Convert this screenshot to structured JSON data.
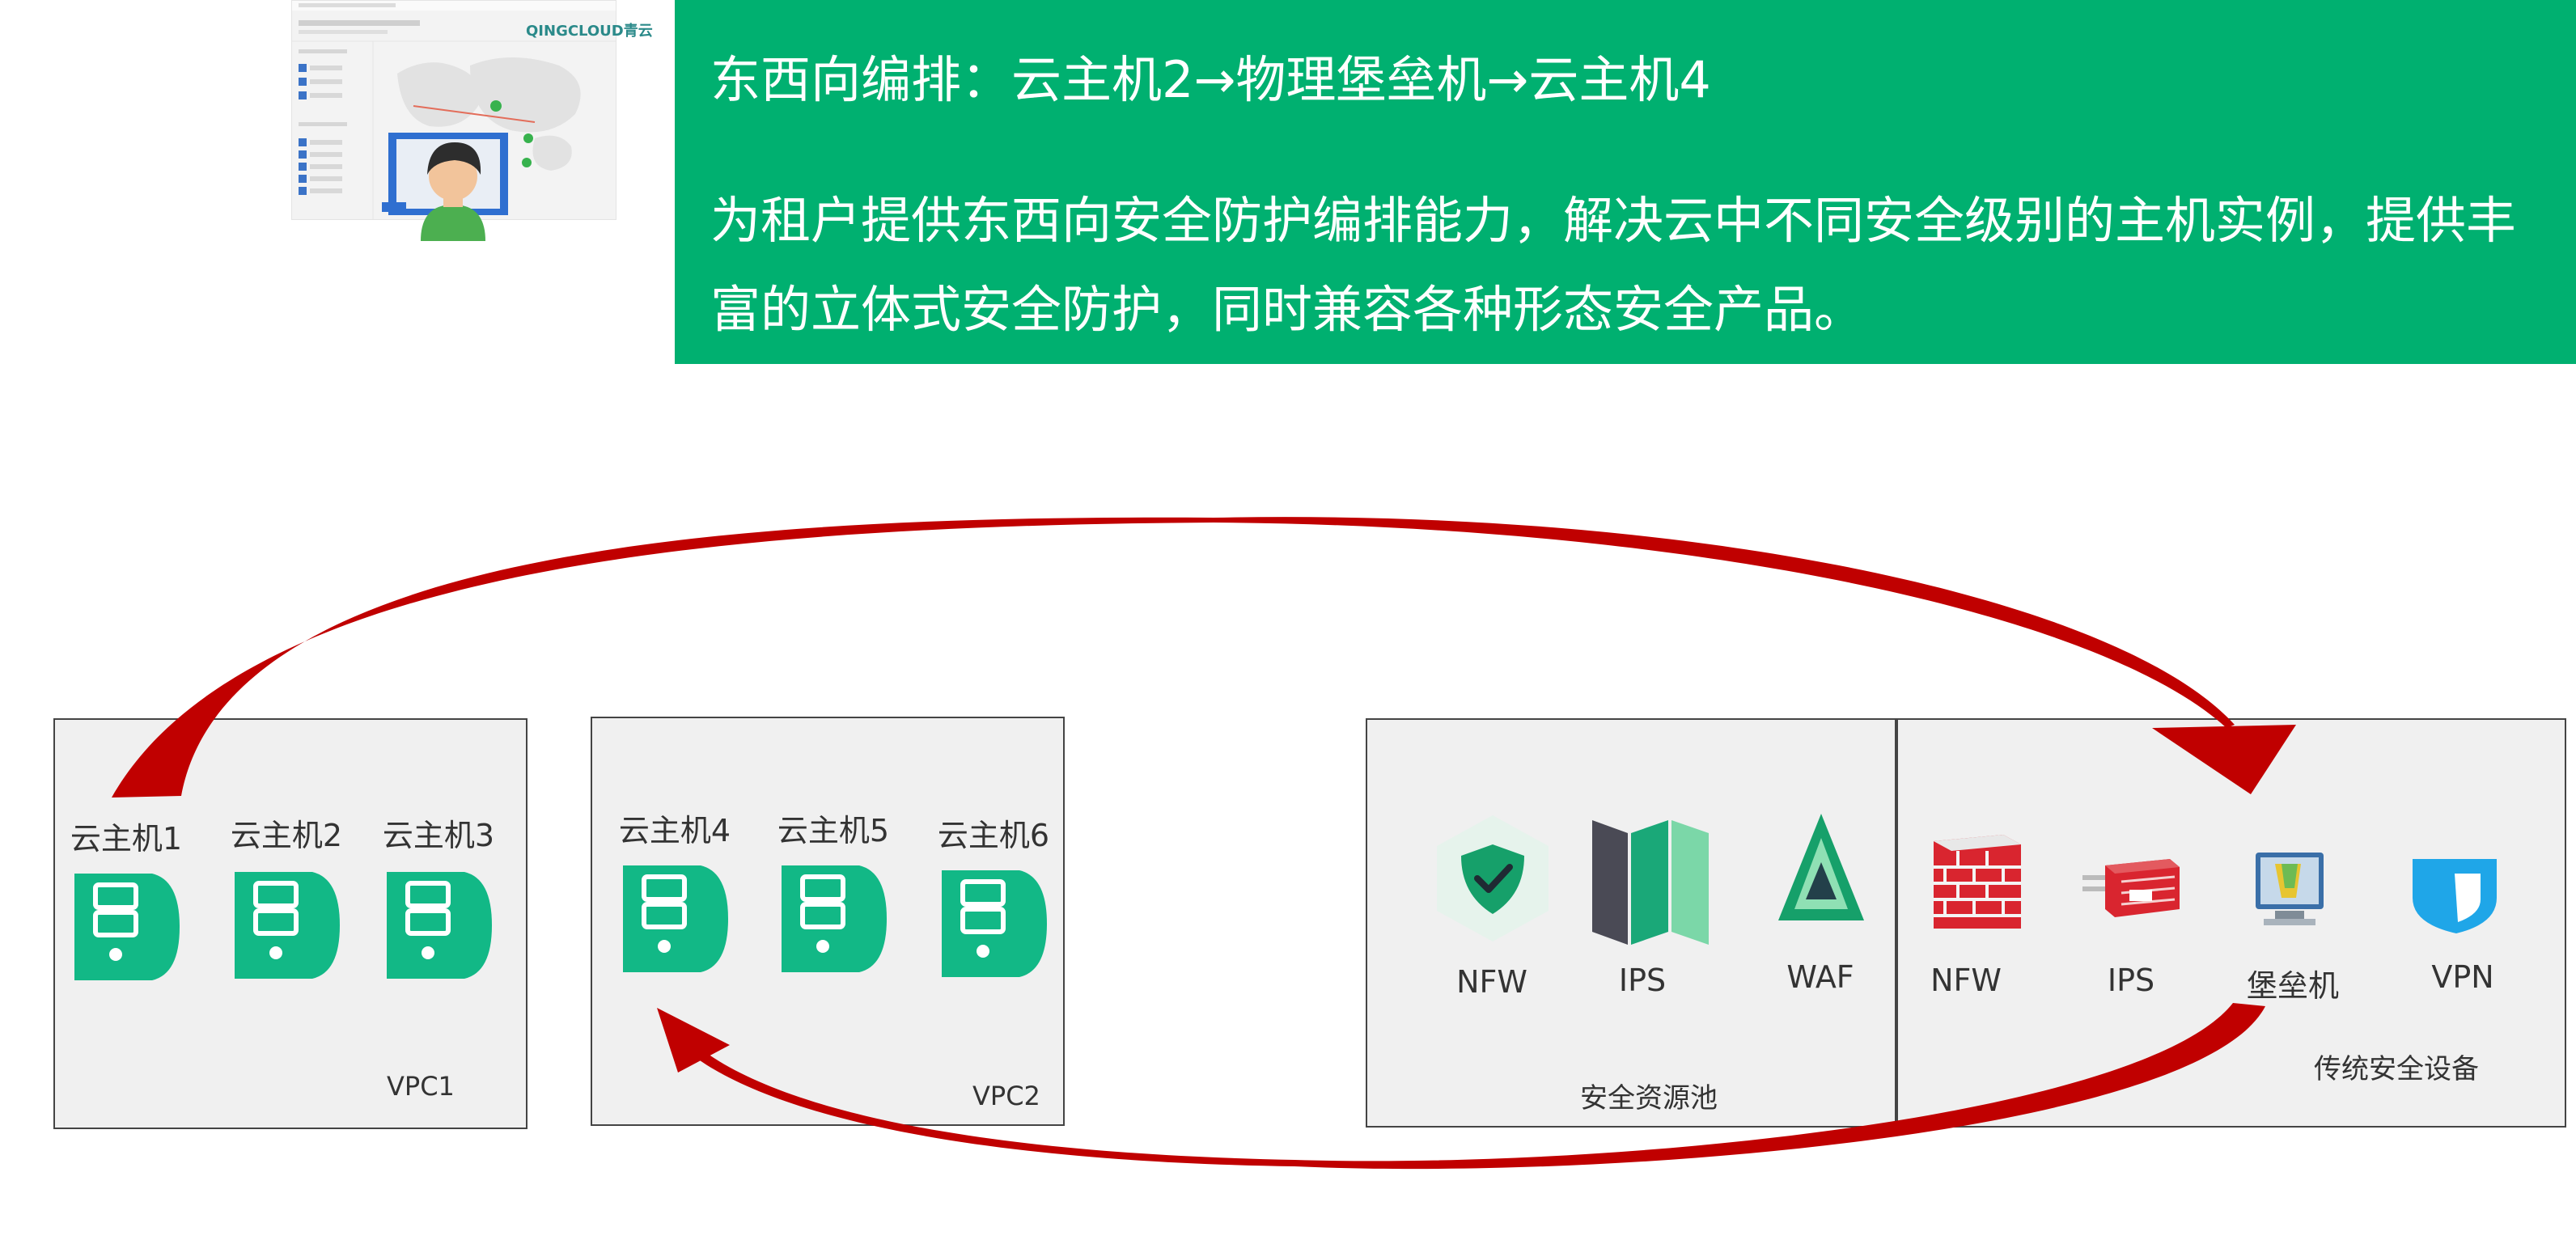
{
  "banner": {
    "title": "东西向编排：云主机2→物理堡垒机→云主机4",
    "desc": "为租户提供东西向安全防护编排能力，解决云中不同安全级别的主机实例，提供丰富的立体式安全防护，同时兼容各种形态安全产品。"
  },
  "thumbnail": {
    "brand": "QINGCLOUD青云"
  },
  "vpc1": {
    "label": "VPC1",
    "hosts": [
      "云主机1",
      "云主机2",
      "云主机3"
    ]
  },
  "vpc2": {
    "label": "VPC2",
    "hosts": [
      "云主机4",
      "云主机5",
      "云主机6"
    ]
  },
  "pool": {
    "label": "安全资源池",
    "items": [
      "NFW",
      "IPS",
      "WAF"
    ]
  },
  "legacy": {
    "label": "传统安全设备",
    "items": [
      "NFW",
      "IPS",
      "堡垒机",
      "VPN"
    ]
  },
  "colors": {
    "banner": "#00b070",
    "host": "#12b886",
    "arrow": "#c00000"
  }
}
